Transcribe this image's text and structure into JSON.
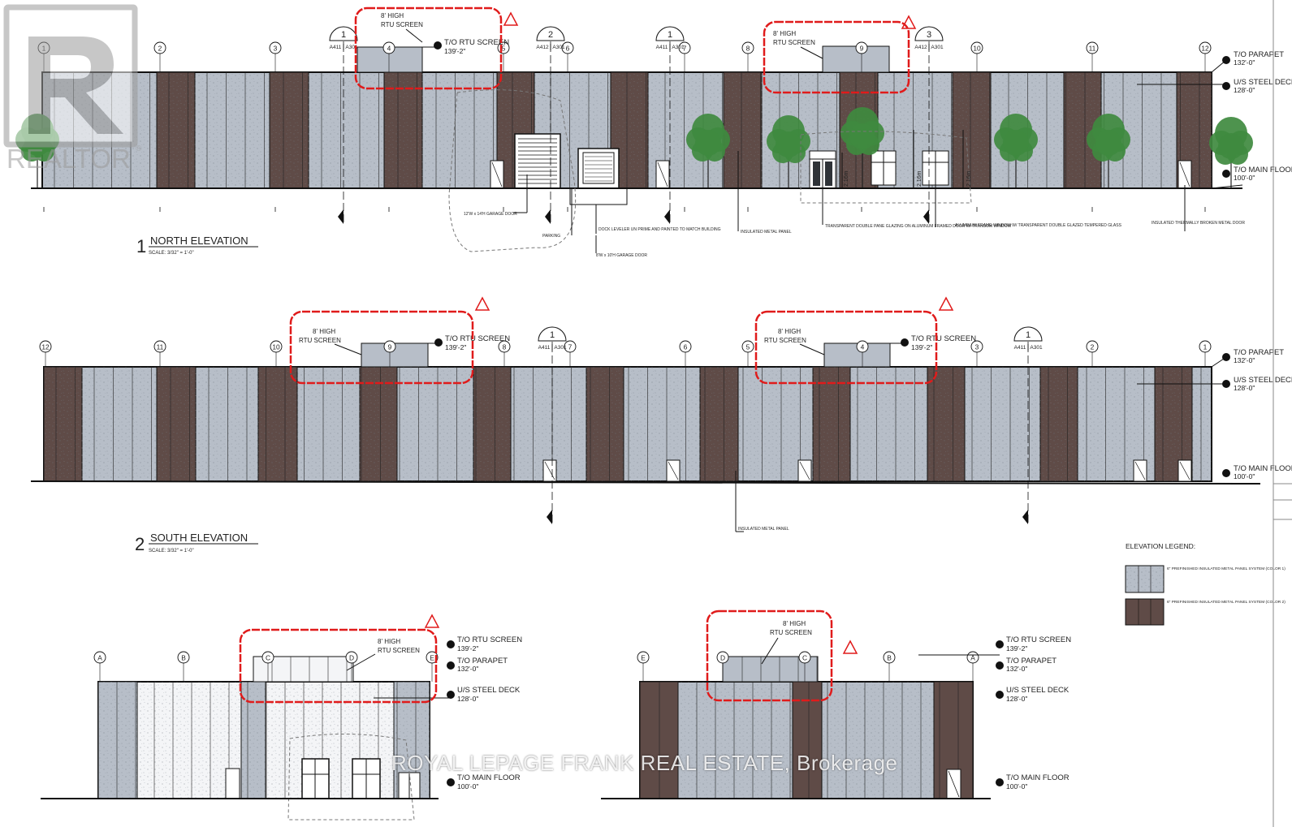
{
  "colors": {
    "panel_color_1": "#b7bec8",
    "panel_color_2": "#5f4b47",
    "revision_cloud": "#e01b1b",
    "tree": "#3f8a3f",
    "line": "#111111"
  },
  "logo": {
    "text": "REALTOR"
  },
  "watermark": "ROYAL LEPAGE FRANK REAL ESTATE, Brokerage",
  "levels": {
    "rtu_screen": {
      "name": "T/O RTU SCREEN",
      "value": "139'-2\""
    },
    "parapet": {
      "name": "T/O PARAPET",
      "value": "132'-0\""
    },
    "steel_deck": {
      "name": "U/S STEEL DECK",
      "value": "128'-0\""
    },
    "main_floor": {
      "name": "T/O MAIN FLOOR",
      "value": "100'-0\""
    }
  },
  "rtu_note": [
    "8' HIGH",
    "RTU SCREEN"
  ],
  "north": {
    "number": "1",
    "title": "NORTH ELEVATION",
    "scale": "SCALE: 3/32\" = 1'-0\"",
    "grids": [
      "1",
      "2",
      "3",
      "4",
      "5",
      "6",
      "7",
      "8",
      "9",
      "10",
      "11",
      "12"
    ],
    "section_tags": [
      {
        "num": "1",
        "ref": "A411",
        "sheet": "A301"
      },
      {
        "num": "2",
        "ref": "A412",
        "sheet": "A301"
      },
      {
        "num": "1",
        "ref": "A411",
        "sheet": "A301"
      },
      {
        "num": "3",
        "ref": "A412",
        "sheet": "A301"
      }
    ],
    "dims": [
      "2.16m",
      "2.16m",
      "2.16m"
    ],
    "notes": [
      "12'W x 14'H GARAGE DOOR",
      "PARKING",
      "DOCK LEVELER UN PRIME AND PAINTED TO MATCH BUILDING",
      "8'W x 10'H GARAGE DOOR",
      "INSULATED METAL PANEL",
      "TRANSPARENT DOUBLE PANE GLAZING ON ALUMINUM FRAMED DOOR W/ TRANSOM WINDOW",
      "ALUMINUM FRAME WINDOW W/ TRANSPARENT DOUBLE GLAZED TEMPERED GLASS",
      "INSULATED THERMALLY BROKEN METAL DOOR"
    ]
  },
  "south": {
    "number": "2",
    "title": "SOUTH ELEVATION",
    "scale": "SCALE: 3/32\" = 1'-0\"",
    "grids": [
      "12",
      "11",
      "10",
      "9",
      "8",
      "7",
      "6",
      "5",
      "4",
      "3",
      "2",
      "1"
    ],
    "section_tags": [
      {
        "num": "1",
        "ref": "A411",
        "sheet": "A301"
      },
      {
        "num": "1",
        "ref": "A411",
        "sheet": "A301"
      }
    ],
    "notes": [
      "INSULATED METAL PANEL"
    ]
  },
  "east_grids": [
    "A",
    "B",
    "C",
    "D",
    "E"
  ],
  "west_grids": [
    "E",
    "D",
    "C",
    "B",
    "A"
  ],
  "legend": {
    "title": "ELEVATION LEGEND:",
    "items": [
      {
        "text": "6\" PREFINISHED INSULATED METAL PANEL SYSTEM (COLOR 1)"
      },
      {
        "text": "6\" PREFINISHED INSULATED METAL PANEL SYSTEM (COLOR 2)"
      }
    ]
  }
}
